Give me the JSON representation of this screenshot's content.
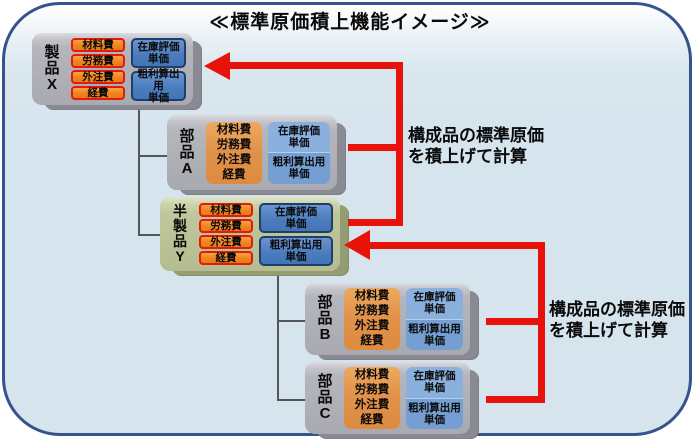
{
  "title": "≪標準原価積上機能イメージ≫",
  "blocks": [
    {
      "id": "product-x",
      "label": "製品X",
      "fees": [
        "材料費",
        "労務費",
        "外注費",
        "経費"
      ],
      "prices": [
        {
          "line1": "在庫評価",
          "line2": "単価"
        },
        {
          "line1": "粗利算出用",
          "line2": "単価"
        }
      ]
    },
    {
      "id": "part-a",
      "label": "部品A",
      "fees": [
        "材料費",
        "労務費",
        "外注費",
        "経費"
      ],
      "prices": [
        {
          "line1": "在庫評価",
          "line2": "単価"
        },
        {
          "line1": "粗利算出用",
          "line2": "単価"
        }
      ]
    },
    {
      "id": "semi-product-y",
      "label": "半製品Y",
      "fees": [
        "材料費",
        "労務費",
        "外注費",
        "経費"
      ],
      "prices": [
        {
          "line1": "在庫評価",
          "line2": "単価"
        },
        {
          "line1": "粗利算出用",
          "line2": "単価"
        }
      ]
    },
    {
      "id": "part-b",
      "label": "部品B",
      "fees": [
        "材料費",
        "労務費",
        "外注費",
        "経費"
      ],
      "prices": [
        {
          "line1": "在庫評価",
          "line2": "単価"
        },
        {
          "line1": "粗利算出用",
          "line2": "単価"
        }
      ]
    },
    {
      "id": "part-c",
      "label": "部品C",
      "fees": [
        "材料費",
        "労務費",
        "外注費",
        "経費"
      ],
      "prices": [
        {
          "line1": "在庫評価",
          "line2": "単価"
        },
        {
          "line1": "粗利算出用",
          "line2": "単価"
        }
      ]
    }
  ],
  "notes": [
    {
      "line1": "構成品の標準原価",
      "line2": "を積上げて計算"
    },
    {
      "line1": "構成品の標準原価",
      "line2": "を積上げて計算"
    }
  ],
  "colors": {
    "frame_border": "#35548e",
    "background": "#d6e4ed",
    "accent_red": "#e8120b",
    "fee_orange": "#ee8420",
    "price_blue": "#4a7cbd",
    "plain_orange": "#e1924a",
    "plain_blue": "#7ea6d7",
    "block_gray": "#b5b5bc",
    "block_green": "#c0c79c"
  }
}
